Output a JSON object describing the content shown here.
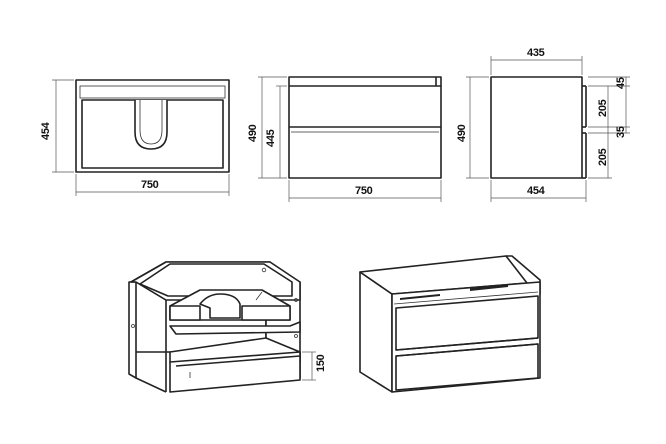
{
  "dimensions": {
    "top_view_depth": "454",
    "top_view_width": "750",
    "front_total_height": "490",
    "front_body_height": "445",
    "front_width": "750",
    "side_top_depth": "435",
    "side_height": "490",
    "side_top_gap": "45",
    "side_drawer_1": "205",
    "side_middle_gap": "35",
    "side_drawer_2": "205",
    "side_bottom_depth": "454",
    "drawer_height": "150"
  }
}
